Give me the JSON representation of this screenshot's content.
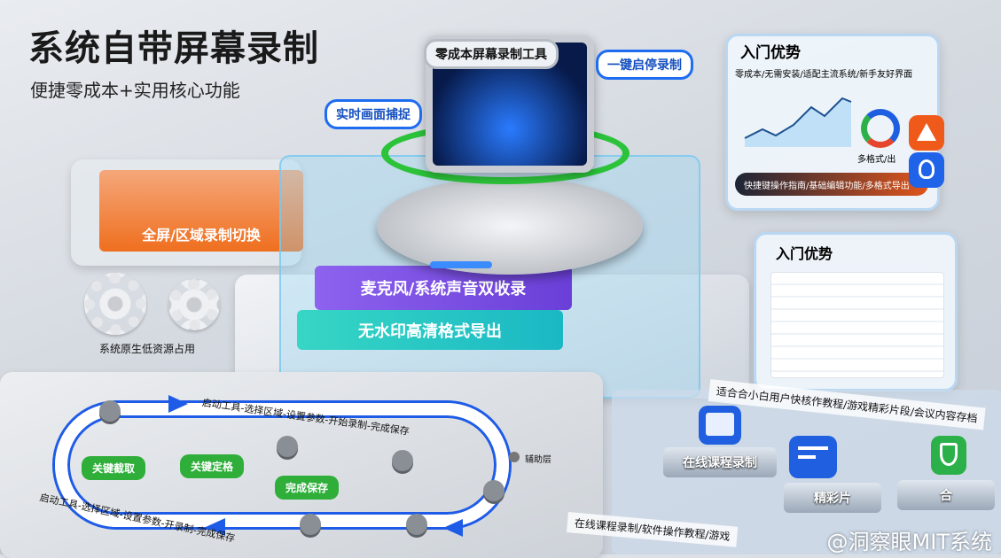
{
  "header": {
    "title": "系统自带屏幕录制",
    "subtitle": "便捷零成本+实用核心功能"
  },
  "center": {
    "monitor_label": "零成本屏幕录制工具",
    "one_click": "一键启停录制",
    "realtime": "实时画面捕捉",
    "layer_purple": "麦克风/系统声音双收录",
    "layer_teal": "无水印高清格式导出"
  },
  "left": {
    "orange_block": "全屏/区域录制切换",
    "gears_label": "系统原生低资源占用"
  },
  "advantage_top": {
    "title": "入门优势",
    "features": "零成本/无需安装/适配主流系统/新手友好界面",
    "donut_label": "多格式/出",
    "bar": "快捷键操作指南/基础编辑功能/多格式导出"
  },
  "advantage_mid": {
    "title": "入门优势"
  },
  "flow": {
    "top_text": "启动工具-选择区域-设置参数-开始录制-完成保存",
    "bottom_text": "启动工具-选择区域-设置参数-开录制-完成保存",
    "btn1": "关键截取",
    "btn2": "关键定格",
    "btn3": "完成保存",
    "aux": "辅助层"
  },
  "scenarios": {
    "header": "适合合小白用户快核作教程/游戏精彩片段/会议内容存档",
    "tile1": "在线课程录制",
    "tile2": "精彩片",
    "tile3": "合",
    "footer": "在线课程录制/软件操作教程/游戏"
  },
  "watermark": "@洞察眼MIT系统",
  "colors": {
    "accent_blue": "#1e6cf0",
    "green": "#2fae3a",
    "orange": "#f07a2a",
    "purple": "#7a4fe0",
    "teal": "#2cc9c0"
  }
}
